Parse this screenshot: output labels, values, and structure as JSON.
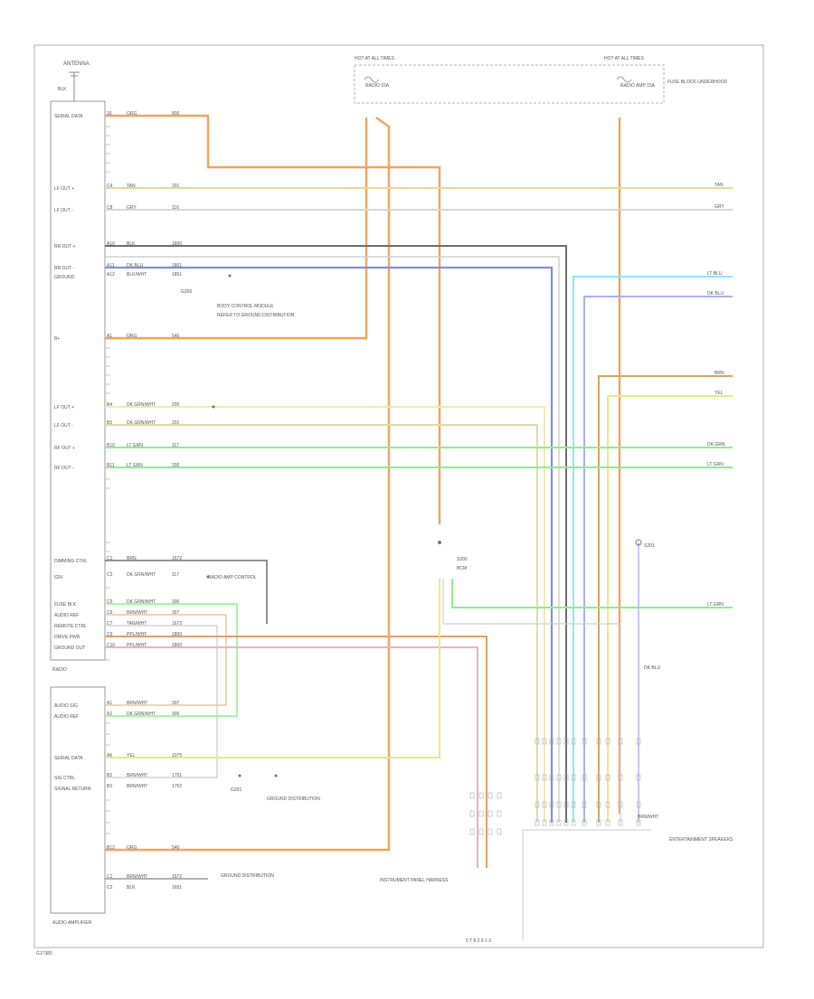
{
  "frame": {
    "page_ref": "G17380",
    "footer_note": "5 T 8 2 9 1 3"
  },
  "antenna": {
    "label": "ANTENNA",
    "sub": "BLK"
  },
  "radio": {
    "name": "RADIO",
    "rows": [
      {
        "id": "serial",
        "left": "SERIAL DATA",
        "pin": "16",
        "wire": "ORG",
        "code": "800"
      },
      {
        "id": "lf_out_p",
        "left": "LF OUT +",
        "pin": "C4",
        "wire": "TAN",
        "code": "201"
      },
      {
        "id": "lf_out_n",
        "left": "LF OUT -",
        "pin": "C8",
        "wire": "GRY",
        "code": "116"
      },
      {
        "id": "rr_out_p",
        "left": "RR OUT +",
        "pin": "A10",
        "wire": "BLK",
        "code": "1800"
      },
      {
        "id": "rr_out_n",
        "left": "RR OUT -",
        "pin": "A11",
        "wire": "DK BLU",
        "code": "1801"
      },
      {
        "id": "ground_top",
        "left": "GROUND",
        "pin": "A12",
        "wire": "BLK/WHT",
        "code": "1851"
      },
      {
        "id": "batt",
        "left": "B+",
        "pin": "A1",
        "wire": "ORG",
        "code": "540"
      },
      {
        "id": "lf_p2",
        "left": "LF OUT +",
        "pin": "B4",
        "wire": "DK GRN/WHT",
        "code": "200"
      },
      {
        "id": "lf_n2",
        "left": "LF OUT -",
        "pin": "B5",
        "wire": "DK GRN/WHT",
        "code": "201"
      },
      {
        "id": "rf_p",
        "left": "RF OUT +",
        "pin": "B10",
        "wire": "LT GRN",
        "code": "117"
      },
      {
        "id": "rf_n",
        "left": "RF OUT -",
        "pin": "B11",
        "wire": "LT GRN",
        "code": "200"
      },
      {
        "id": "dim",
        "left": "DIMMING CTRL",
        "pin": "C1",
        "wire": "BRN",
        "code": "1672"
      },
      {
        "id": "ign",
        "left": "IGN",
        "pin": "C2",
        "wire": "DK GRN/WHT",
        "code": "117"
      },
      {
        "id": "spk_low",
        "left": "FUSE BLK",
        "pin": "C5",
        "wire": "DK GRN/WHT",
        "code": "306"
      },
      {
        "id": "aud_ref",
        "left": "AUDIO REF",
        "pin": "C6",
        "wire": "BRN/WHT",
        "code": "307"
      },
      {
        "id": "remote",
        "left": "REMOTE CTRL",
        "pin": "C7",
        "wire": "TAN/WHT",
        "code": "1672"
      },
      {
        "id": "drv_pwr",
        "left": "DRIVE PWR",
        "pin": "C9",
        "wire": "PPL/WHT",
        "code": "1800"
      },
      {
        "id": "ground_low",
        "left": "GROUND OUT",
        "pin": "C10",
        "wire": "PPL/WHT",
        "code": "1800"
      }
    ]
  },
  "amp": {
    "name": "AUDIO AMPLIFIER",
    "rows": [
      {
        "left": "AUDIO SIG",
        "pin": "A1",
        "wire": "BRN/WHT",
        "code": "307"
      },
      {
        "left": "AUDIO REF",
        "pin": "A2",
        "wire": "DK GRN/WHT",
        "code": "306"
      },
      {
        "left": "SERIAL DATA",
        "pin": "A6",
        "wire": "YEL",
        "code": "1075"
      },
      {
        "left": "SIG CTRL",
        "pin": "B2",
        "wire": "BRN/WHT",
        "code": "1751"
      },
      {
        "left": "SIGNAL RETURN",
        "pin": "B3",
        "wire": "BRN/WHT",
        "code": "1752"
      },
      {
        "left": "",
        "pin": "B12",
        "wire": "ORG",
        "code": "540"
      },
      {
        "left": "",
        "pin": "C1",
        "wire": "BRN/WHT",
        "code": "1572"
      },
      {
        "left": "",
        "pin": "C2",
        "wire": "BLK",
        "code": "1651"
      }
    ]
  },
  "fuse_block": {
    "label_a": "HOT AT ALL TIMES",
    "label_b": "HOT AT ALL TIMES",
    "fuse_a": "RADIO 15A",
    "fuse_b": "RADIO AMP 15A",
    "box_note": "FUSE BLOCK-UNDERHOOD"
  },
  "notes": {
    "note1": "G200",
    "note2": "G201",
    "splice_a": "S200",
    "splice_b": "S201",
    "ground_note": "GROUND DISTRIBUTION",
    "block_note": "RADIO AMP\nCONTROL",
    "module_note": "BODY CONTROL MODULE",
    "right_label": "ENTERTAINMENT\nSPEAKERS",
    "bottom_left_note": "INSTRUMENT PANEL HARNESS",
    "dk_blu_label": "DK BLU",
    "brn_wht_label": "BRN/WHT",
    "bcm": "BCM",
    "ref_cap": "REFER TO GROUND DISTRIBUTION"
  },
  "right_labels": {
    "r1": "TAN",
    "r2": "GRY",
    "r3": "LT BLU",
    "r4": "DK BLU",
    "r5": "BRN",
    "r6": "YEL",
    "r7": "DK GRN",
    "r8": "LT GRN",
    "r9": "LT GRN"
  },
  "colors": {
    "orange": "#F6A35A",
    "tan": "#E8D89A",
    "gray": "#BEBEBE",
    "black": "#6E6E6E",
    "blue": "#7E8FE6",
    "cyan": "#8FEAF2",
    "lightblue": "#A9B2F2",
    "yellow": "#F1E684",
    "green": "#8CF08C",
    "brown": "#D9A36B",
    "pink": "#E8B4BE",
    "frame": "#BDBDBD"
  }
}
